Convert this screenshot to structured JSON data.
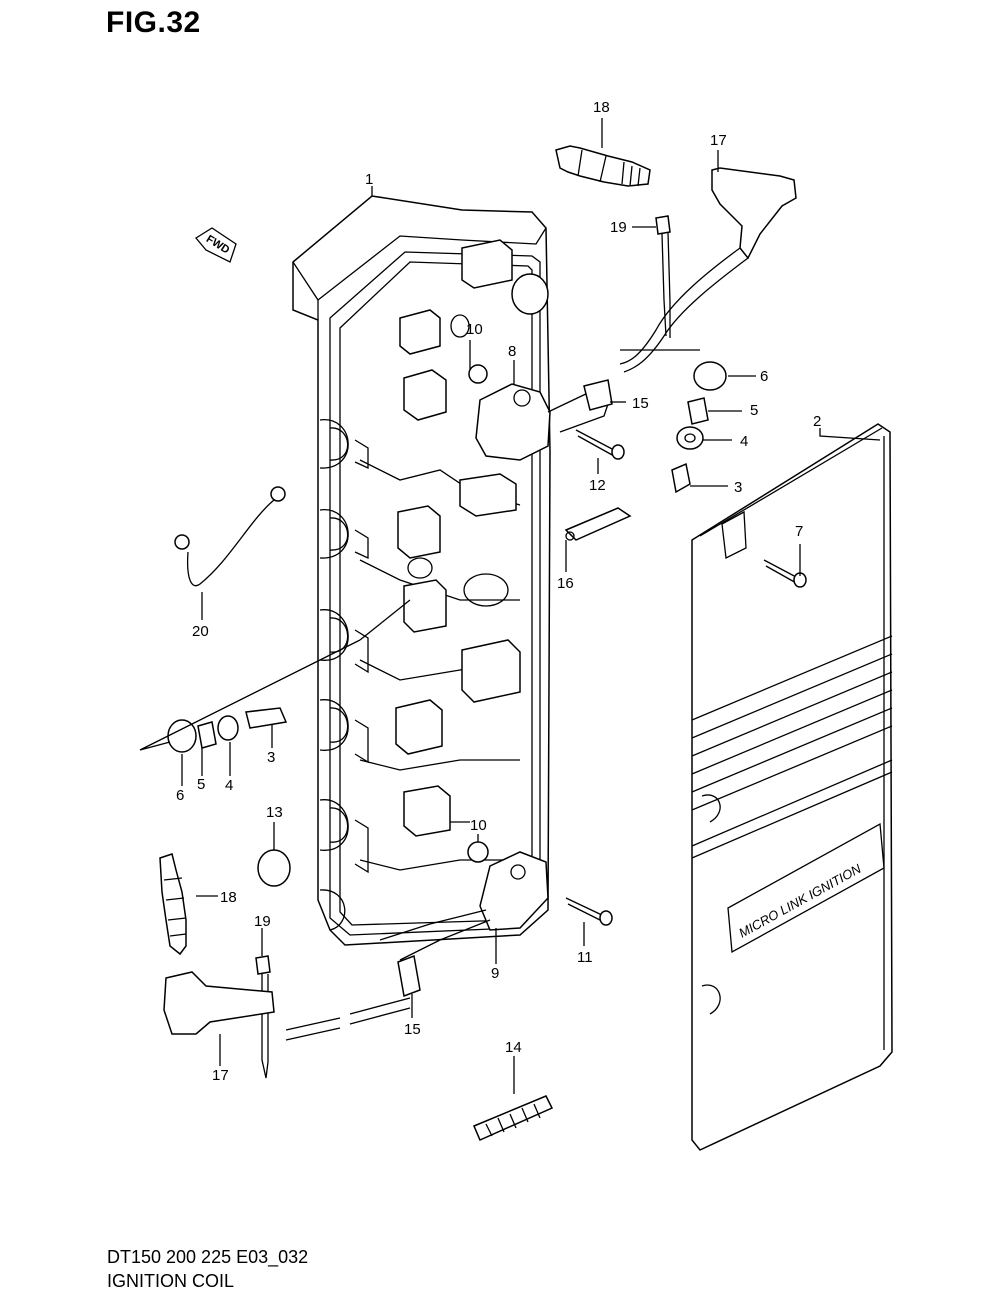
{
  "header": {
    "figure": "FIG.32"
  },
  "footer": {
    "model_code": "DT150 200 225 E03_032",
    "title": "IGNITION COIL"
  },
  "direction_tag": "FWD",
  "cover_logo": "MICRO LINK IGNITION",
  "callouts": {
    "c1": "1",
    "c2": "2",
    "c3a": "3",
    "c3b": "3",
    "c4a": "4",
    "c4b": "4",
    "c5a": "5",
    "c5b": "5",
    "c6a": "6",
    "c6b": "6",
    "c7": "7",
    "c8": "8",
    "c9": "9",
    "c10a": "10",
    "c10b": "10",
    "c11": "11",
    "c12": "12",
    "c13": "13",
    "c14": "14",
    "c15a": "15",
    "c15b": "15",
    "c16": "16",
    "c17a": "17",
    "c17b": "17",
    "c18a": "18",
    "c18b": "18",
    "c19a": "19",
    "c19b": "19",
    "c20": "20"
  }
}
